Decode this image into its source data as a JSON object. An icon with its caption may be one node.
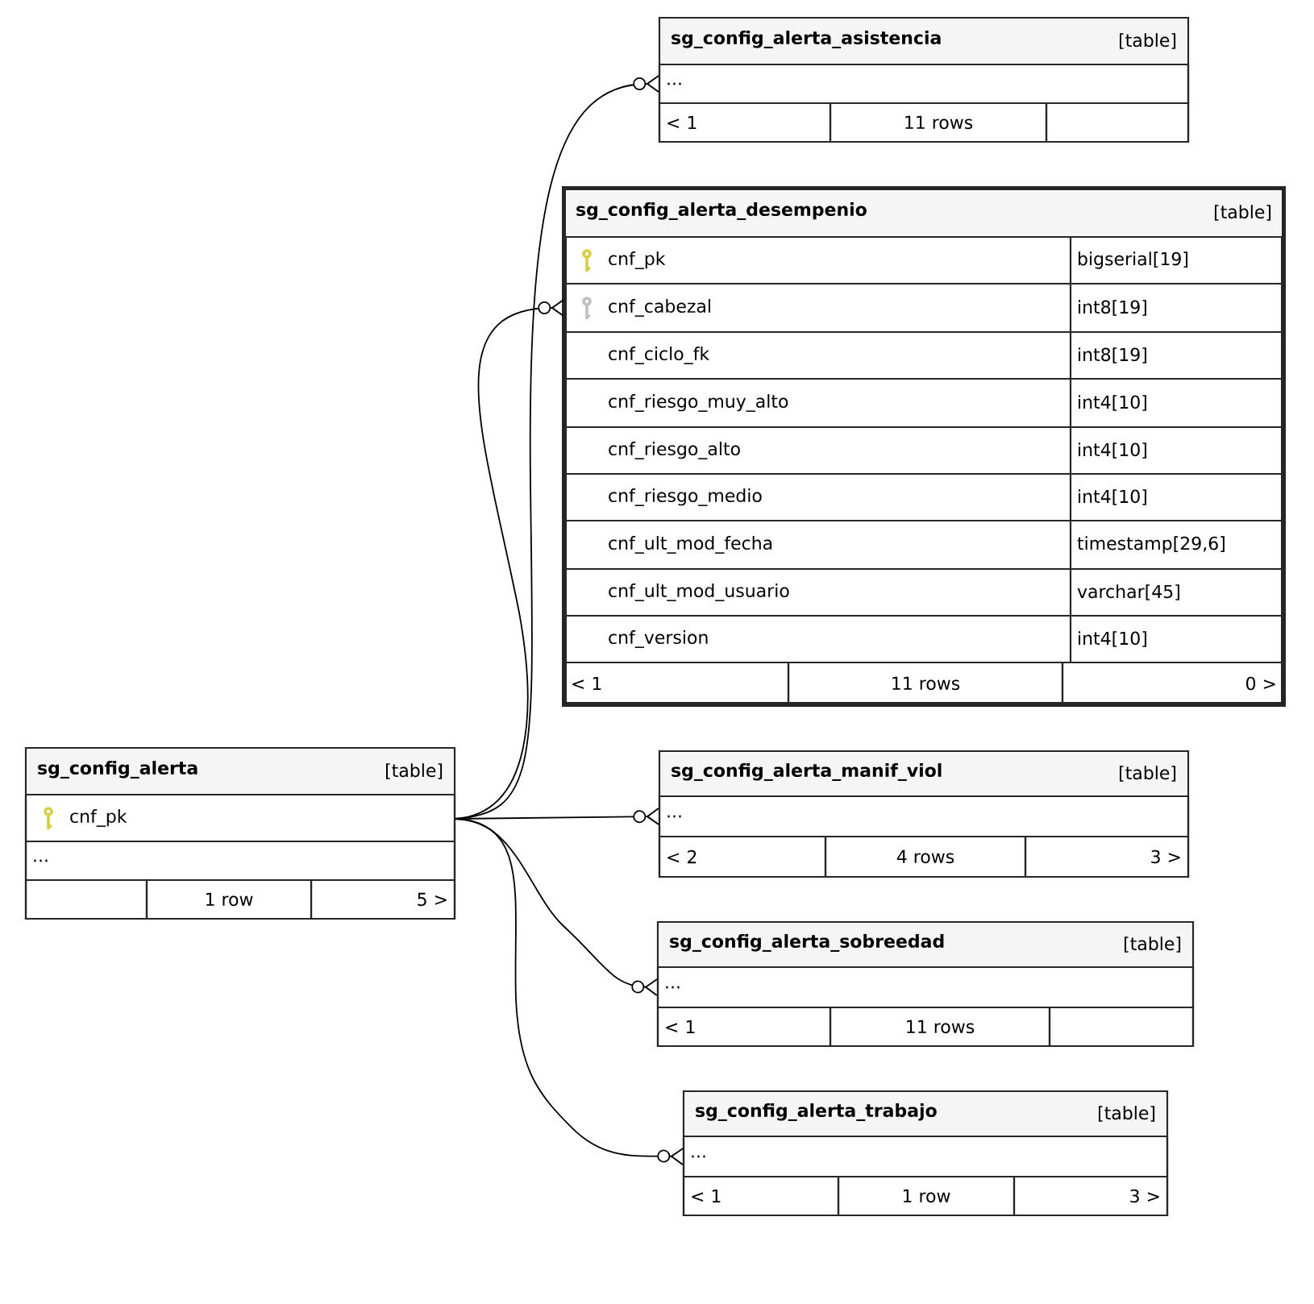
{
  "diagram": {
    "nodes": [
      {
        "text": [
          "sg_config_alerta_asistencia",
          "[table]"
        ]
      },
      {
        "text": [
          "..."
        ],
        "in": 0
      },
      {
        "text": [
          "< 1"
        ],
        "in": 0
      },
      {
        "text": [
          "11 rows"
        ],
        "in": 0
      },
      {
        "text": [],
        "shape": "box",
        "in": 0
      },
      {
        "text": [
          "sg_config_alerta_desempenio",
          "[table]"
        ]
      },
      {
        "text": [
          "cnf_pk",
          "bigserial[19]"
        ],
        "in": 5
      },
      {
        "text": [
          "cnf_cabezal",
          "int8[19]"
        ],
        "in": 5
      },
      {
        "text": [
          "cnf_ciclo_fk",
          "int8[19]"
        ],
        "in": 5
      },
      {
        "text": [
          "cnf_riesgo_muy_alto",
          "int4[10]"
        ],
        "in": 5
      },
      {
        "text": [
          "cnf_riesgo_alto",
          "int4[10]"
        ],
        "in": 5
      },
      {
        "text": [
          "cnf_riesgo_medio",
          "int4[10]"
        ],
        "in": 5
      },
      {
        "text": [
          "cnf_ult_mod_fecha",
          "timestamp[29,6]"
        ],
        "in": 5
      },
      {
        "text": [
          "cnf_ult_mod_usuario",
          "varchar[45]"
        ],
        "in": 5
      },
      {
        "text": [
          "cnf_version",
          "int4[10]"
        ],
        "in": 5
      },
      {
        "text": [
          "< 1"
        ],
        "in": 5
      },
      {
        "text": [
          "11 rows"
        ],
        "in": 5
      },
      {
        "text": [
          "0 >"
        ],
        "in": 5
      },
      {
        "text": [
          "sg_config_alerta",
          "[table]"
        ]
      },
      {
        "text": [
          "cnf_pk"
        ],
        "in": 18
      },
      {
        "text": [
          "..."
        ],
        "in": 18
      },
      {
        "text": [],
        "shape": "box",
        "in": 18
      },
      {
        "text": [
          "1 row"
        ],
        "in": 18
      },
      {
        "text": [
          "5 >"
        ],
        "in": 18
      },
      {
        "text": [
          "sg_config_alerta_manif_viol",
          "[table]"
        ]
      },
      {
        "text": [
          "..."
        ],
        "in": 24
      },
      {
        "text": [
          "< 2"
        ],
        "in": 24
      },
      {
        "text": [
          "4 rows"
        ],
        "in": 24
      },
      {
        "text": [
          "3 >"
        ],
        "in": 24
      },
      {
        "text": [
          "sg_config_alerta_sobreedad",
          "[table]"
        ]
      },
      {
        "text": [
          "..."
        ],
        "in": 29
      },
      {
        "text": [
          "< 1"
        ],
        "in": 29
      },
      {
        "text": [
          "11 rows"
        ],
        "in": 29
      },
      {
        "text": [],
        "shape": "box",
        "in": 29
      },
      {
        "text": [
          "sg_config_alerta_trabajo",
          "[table]"
        ]
      },
      {
        "text": [
          "..."
        ],
        "in": 34
      },
      {
        "text": [
          "< 1"
        ],
        "in": 34
      },
      {
        "text": [
          "1 row"
        ],
        "in": 34
      },
      {
        "text": [
          "3 >"
        ],
        "in": 34
      }
    ],
    "edges": [
      {
        "from": 19,
        "to": 1,
        "arrow": "other"
      },
      {
        "from": 19,
        "to": 7,
        "arrow": "other"
      },
      {
        "from": 19,
        "to": 25,
        "arrow": "other"
      },
      {
        "from": 19,
        "to": 30,
        "arrow": "other"
      },
      {
        "from": 19,
        "to": 35,
        "arrow": "other"
      }
    ]
  }
}
